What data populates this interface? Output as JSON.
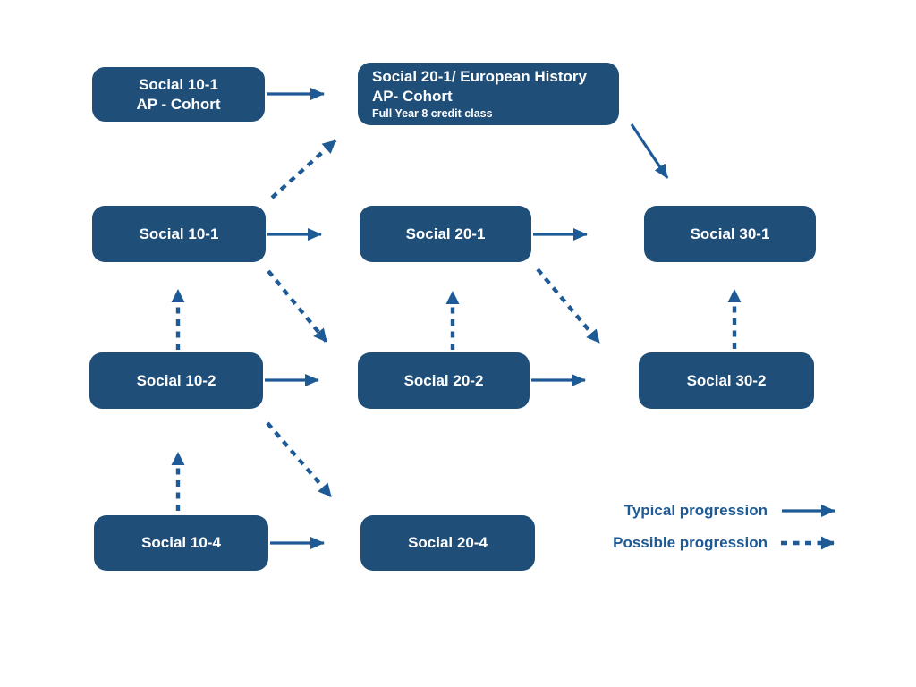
{
  "colors": {
    "box_fill": "#1F4E79",
    "box_text": "#FFFFFF",
    "arrow": "#1E5A96",
    "background": "#FFFFFF"
  },
  "nodes": {
    "social_10_1_ap": {
      "lines": [
        "Social 10-1",
        "AP - Cohort"
      ]
    },
    "social_20_1_ap": {
      "lines": [
        "Social 20-1/ European History",
        "AP- Cohort",
        "Full Year 8 credit class"
      ]
    },
    "social_10_1": {
      "label": "Social 10-1"
    },
    "social_20_1": {
      "label": "Social 20-1"
    },
    "social_30_1": {
      "label": "Social 30-1"
    },
    "social_10_2": {
      "label": "Social 10-2"
    },
    "social_20_2": {
      "label": "Social 20-2"
    },
    "social_30_2": {
      "label": "Social 30-2"
    },
    "social_10_4": {
      "label": "Social 10-4"
    },
    "social_20_4": {
      "label": "Social 20-4"
    }
  },
  "edges": [
    {
      "from": "social_10_1_ap",
      "to": "social_20_1_ap",
      "type": "typical"
    },
    {
      "from": "social_20_1_ap",
      "to": "social_30_1",
      "type": "typical"
    },
    {
      "from": "social_10_1",
      "to": "social_20_1",
      "type": "typical"
    },
    {
      "from": "social_20_1",
      "to": "social_30_1",
      "type": "typical"
    },
    {
      "from": "social_10_2",
      "to": "social_20_2",
      "type": "typical"
    },
    {
      "from": "social_20_2",
      "to": "social_30_2",
      "type": "typical"
    },
    {
      "from": "social_10_4",
      "to": "social_20_4",
      "type": "typical"
    },
    {
      "from": "social_10_1",
      "to": "social_20_1_ap",
      "type": "possible"
    },
    {
      "from": "social_10_1",
      "to": "social_20_2",
      "type": "possible"
    },
    {
      "from": "social_10_2",
      "to": "social_10_1",
      "type": "possible"
    },
    {
      "from": "social_20_2",
      "to": "social_20_1",
      "type": "possible"
    },
    {
      "from": "social_20_1",
      "to": "social_30_2",
      "type": "possible"
    },
    {
      "from": "social_30_2",
      "to": "social_30_1",
      "type": "possible"
    },
    {
      "from": "social_10_4",
      "to": "social_10_2",
      "type": "possible"
    },
    {
      "from": "social_10_2",
      "to": "social_20_4",
      "type": "possible"
    }
  ],
  "legend": {
    "typical_label": "Typical progression",
    "possible_label": "Possible progression"
  }
}
